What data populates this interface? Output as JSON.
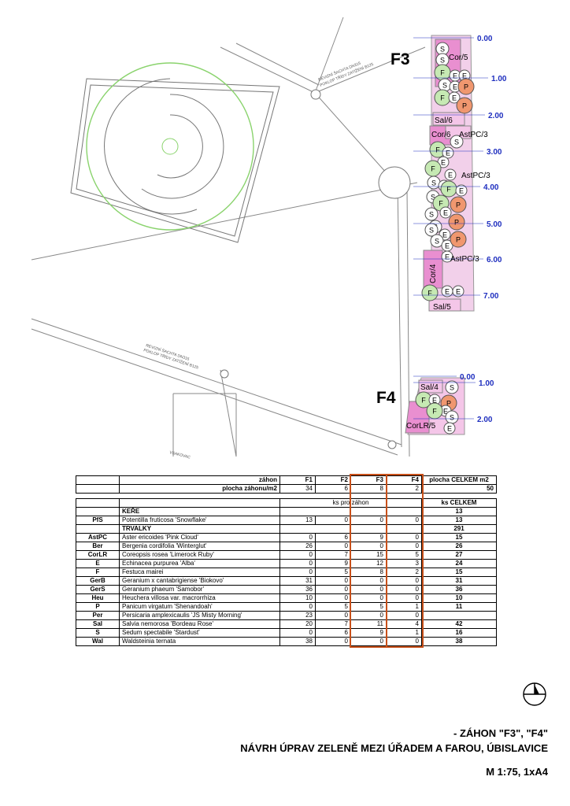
{
  "plan": {
    "bed_f3": "F3",
    "bed_f4": "F4",
    "f3_chainage": [
      "0.00",
      "1.00",
      "2.00",
      "3.00",
      "4.00",
      "5.00",
      "6.00",
      "7.00"
    ],
    "f4_chainage": [
      "0.00",
      "1.00",
      "2.00"
    ],
    "well_1": [
      "REVIZNÍ ŠACHTA DN315",
      "POKLOP TŘÍDY ZATÍŽENÍ B125"
    ],
    "well_2": [
      "REVIZNÍ ŠACHTA DN315",
      "POKLOP TŘÍDY ZATÍŽENÍ B125"
    ],
    "soakaway": "VSAKOVAC",
    "f3_labels": [
      "Cor/5",
      "Sal/6",
      "Cor/6",
      "AstPC/3",
      "AstPC/3",
      "AstPC/3",
      "Cor/4",
      "Sal/5"
    ],
    "f4_labels": [
      "Sal/4",
      "CorLR/5"
    ],
    "plant_codes": {
      "s": "S",
      "f": "F",
      "e": "E",
      "p": "P"
    }
  },
  "table": {
    "header_zahon": "záhon",
    "header_plocha": "plocha záhonu/m2",
    "beds": [
      "F1",
      "F2",
      "F3",
      "F4"
    ],
    "plocha_celkem_label": "plocha CELKEM m2",
    "plocha": [
      "34",
      "6",
      "8",
      "2"
    ],
    "plocha_celkem": "50",
    "ks_pro_zahon": "ks pro záhon",
    "ks_celkem": "ks CELKEM",
    "section_kere": "KEŘE",
    "section_kere_total": "13",
    "section_trvalky": "TRVALKY",
    "section_trvalky_total": "291",
    "rows_kere": [
      {
        "code": "PfS",
        "name": "Potentilla fruticosa 'Snowflake'",
        "v": [
          "13",
          "0",
          "0",
          "0"
        ],
        "total": "13"
      }
    ],
    "rows_trvalky": [
      {
        "code": "AstPC",
        "name": "Aster ericoides 'Pink Cloud'",
        "v": [
          "0",
          "6",
          "9",
          "0"
        ],
        "total": "15"
      },
      {
        "code": "Ber",
        "name": "Bergenia cordifolia 'Winterglut'",
        "v": [
          "26",
          "0",
          "0",
          "0"
        ],
        "total": "26"
      },
      {
        "code": "CorLR",
        "name": "Coreopsis rosea 'Limerock Ruby'",
        "v": [
          "0",
          "7",
          "15",
          "5"
        ],
        "total": "27"
      },
      {
        "code": "E",
        "name": "Echinacea purpurea 'Alba'",
        "v": [
          "0",
          "9",
          "12",
          "3"
        ],
        "total": "24"
      },
      {
        "code": "F",
        "name": "Festuca mairei",
        "v": [
          "0",
          "5",
          "8",
          "2"
        ],
        "total": "15"
      },
      {
        "code": "GerB",
        "name": "Geranium x cantabrigiense 'Biokovo'",
        "v": [
          "31",
          "0",
          "0",
          "0"
        ],
        "total": "31"
      },
      {
        "code": "GerS",
        "name": "Geranium phaeum 'Samobor'",
        "v": [
          "36",
          "0",
          "0",
          "0"
        ],
        "total": "36"
      },
      {
        "code": "Heu",
        "name": "Heuchera villosa var. macrorrhiza",
        "v": [
          "10",
          "0",
          "0",
          "0"
        ],
        "total": "10"
      },
      {
        "code": "P",
        "name": "Panicum virgatum 'Shenandoah'",
        "v": [
          "0",
          "5",
          "5",
          "1"
        ],
        "total": "11"
      },
      {
        "code": "Per",
        "name": "Persicaria amplexicaulis 'JS Misty Morning'",
        "v": [
          "23",
          "0",
          "0",
          "0"
        ],
        "total": ""
      },
      {
        "code": "Sal",
        "name": "Salvia nemorosa 'Bordeau Rose'",
        "v": [
          "20",
          "7",
          "11",
          "4"
        ],
        "total": "42"
      },
      {
        "code": "S",
        "name": "Sedum spectabile 'Stardust'",
        "v": [
          "0",
          "6",
          "9",
          "1"
        ],
        "total": "16"
      },
      {
        "code": "Wal",
        "name": "Waldsteinia ternata",
        "v": [
          "38",
          "0",
          "0",
          "0"
        ],
        "total": "38"
      }
    ]
  },
  "caption": {
    "line1": "- ZÁHON \"F3\", \"F4\"",
    "line2": "NÁVRH ÚPRAV ZELENĚ MEZI ÚŘADEM A FAROU, ÚBISLAVICE",
    "line3": "M 1:75, 1xA4"
  },
  "colors": {
    "bed_pink": "#e98fd0",
    "bed_light": "#f4c6e8",
    "grass_green": "#c6e9b3",
    "panicum_orange": "#f0976f",
    "chainage_blue": "#1f2fbf",
    "circle_green": "#7cd15c",
    "highlight": "#c8501a"
  }
}
